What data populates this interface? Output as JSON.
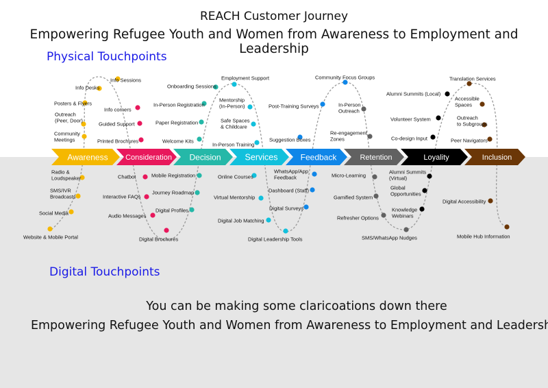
{
  "header": {
    "title": "REACH Customer Journey",
    "subtitle": "Empowering Refugee Youth and Women from Awareness to Employment and Leadership"
  },
  "sections": {
    "physical": "Physical Touchpoints",
    "digital": "Digital Touchpoints"
  },
  "footer": {
    "line1": "You can be making some claricoations down there",
    "line2": "Empowering Refugee Youth and Women from Awareness to Employment and Leadership"
  },
  "stages": [
    {
      "id": "awareness",
      "label": "Awareness",
      "color": "#f5b800"
    },
    {
      "id": "consideration",
      "label": "Consideration",
      "color": "#e8185c"
    },
    {
      "id": "decision",
      "label": "Decision",
      "color": "#25b8a8"
    },
    {
      "id": "services",
      "label": "Services",
      "color": "#12c0dc"
    },
    {
      "id": "feedback",
      "label": "Feedback",
      "color": "#0f86e8"
    },
    {
      "id": "retention",
      "label": "Retention",
      "color": "#616161"
    },
    {
      "id": "loyality",
      "label": "Loyality",
      "color": "#000000"
    },
    {
      "id": "inclusion",
      "label": "Inclusion",
      "color": "#6b3707"
    }
  ],
  "touchpoints": {
    "physical": [
      [
        "Community Meetings",
        "Outreach (Peer, Door)",
        "Posters & Flyers",
        "Info Desks",
        "Info Sessions"
      ],
      [
        "Info corners",
        "Guided Support",
        "Printed Brochures"
      ],
      [
        "Welcome Kits",
        "Paper Registration",
        "In-Person Registration",
        "Onboarding Sessions"
      ],
      [
        "Employment Support",
        "Mentorship (In-Person)",
        "Safe Spaces & Childcare",
        "In-Person Training"
      ],
      [
        "Suggestion Boxes",
        "Post-Training Surveys",
        "Community Focus Groups"
      ],
      [
        "In-Person Outreach",
        "Re-engagement Zones"
      ],
      [
        "Co-design Input",
        "Volunteer System",
        "Alumni Summits (Local)"
      ],
      [
        "Translation Services",
        "Accessible Spaces",
        "Outreach to Subgroups",
        "Peer Navigators"
      ]
    ],
    "digital": [
      [
        "Radio & Loudspeaker",
        "SMS/IVR Broadcasts",
        "Social Media",
        "Website & Mobile Portal"
      ],
      [
        "Chatbot",
        "Interactive FAQs",
        "Audio Messages",
        "Digital Brochures"
      ],
      [
        "Digital Profiles",
        "Journey Roadmap",
        "Mobile Registration"
      ],
      [
        "Online Courses",
        "Virtual Mentorship",
        "Digital Job Matching",
        "Digital Leadership Tools"
      ],
      [
        "Digital Surveys",
        "Dashboard (Staff)",
        "WhatsApp/App Feedback"
      ],
      [
        "Micro-Learning",
        "Gamified System",
        "Refresher Options",
        "SMS/WhatsApp Nudges"
      ],
      [
        "Knowledge Webinars",
        "Global Opportunities",
        "Alumni Summits (Virtual)"
      ],
      [
        "Digital Accessibility",
        "Mobile Hub Information"
      ]
    ]
  }
}
